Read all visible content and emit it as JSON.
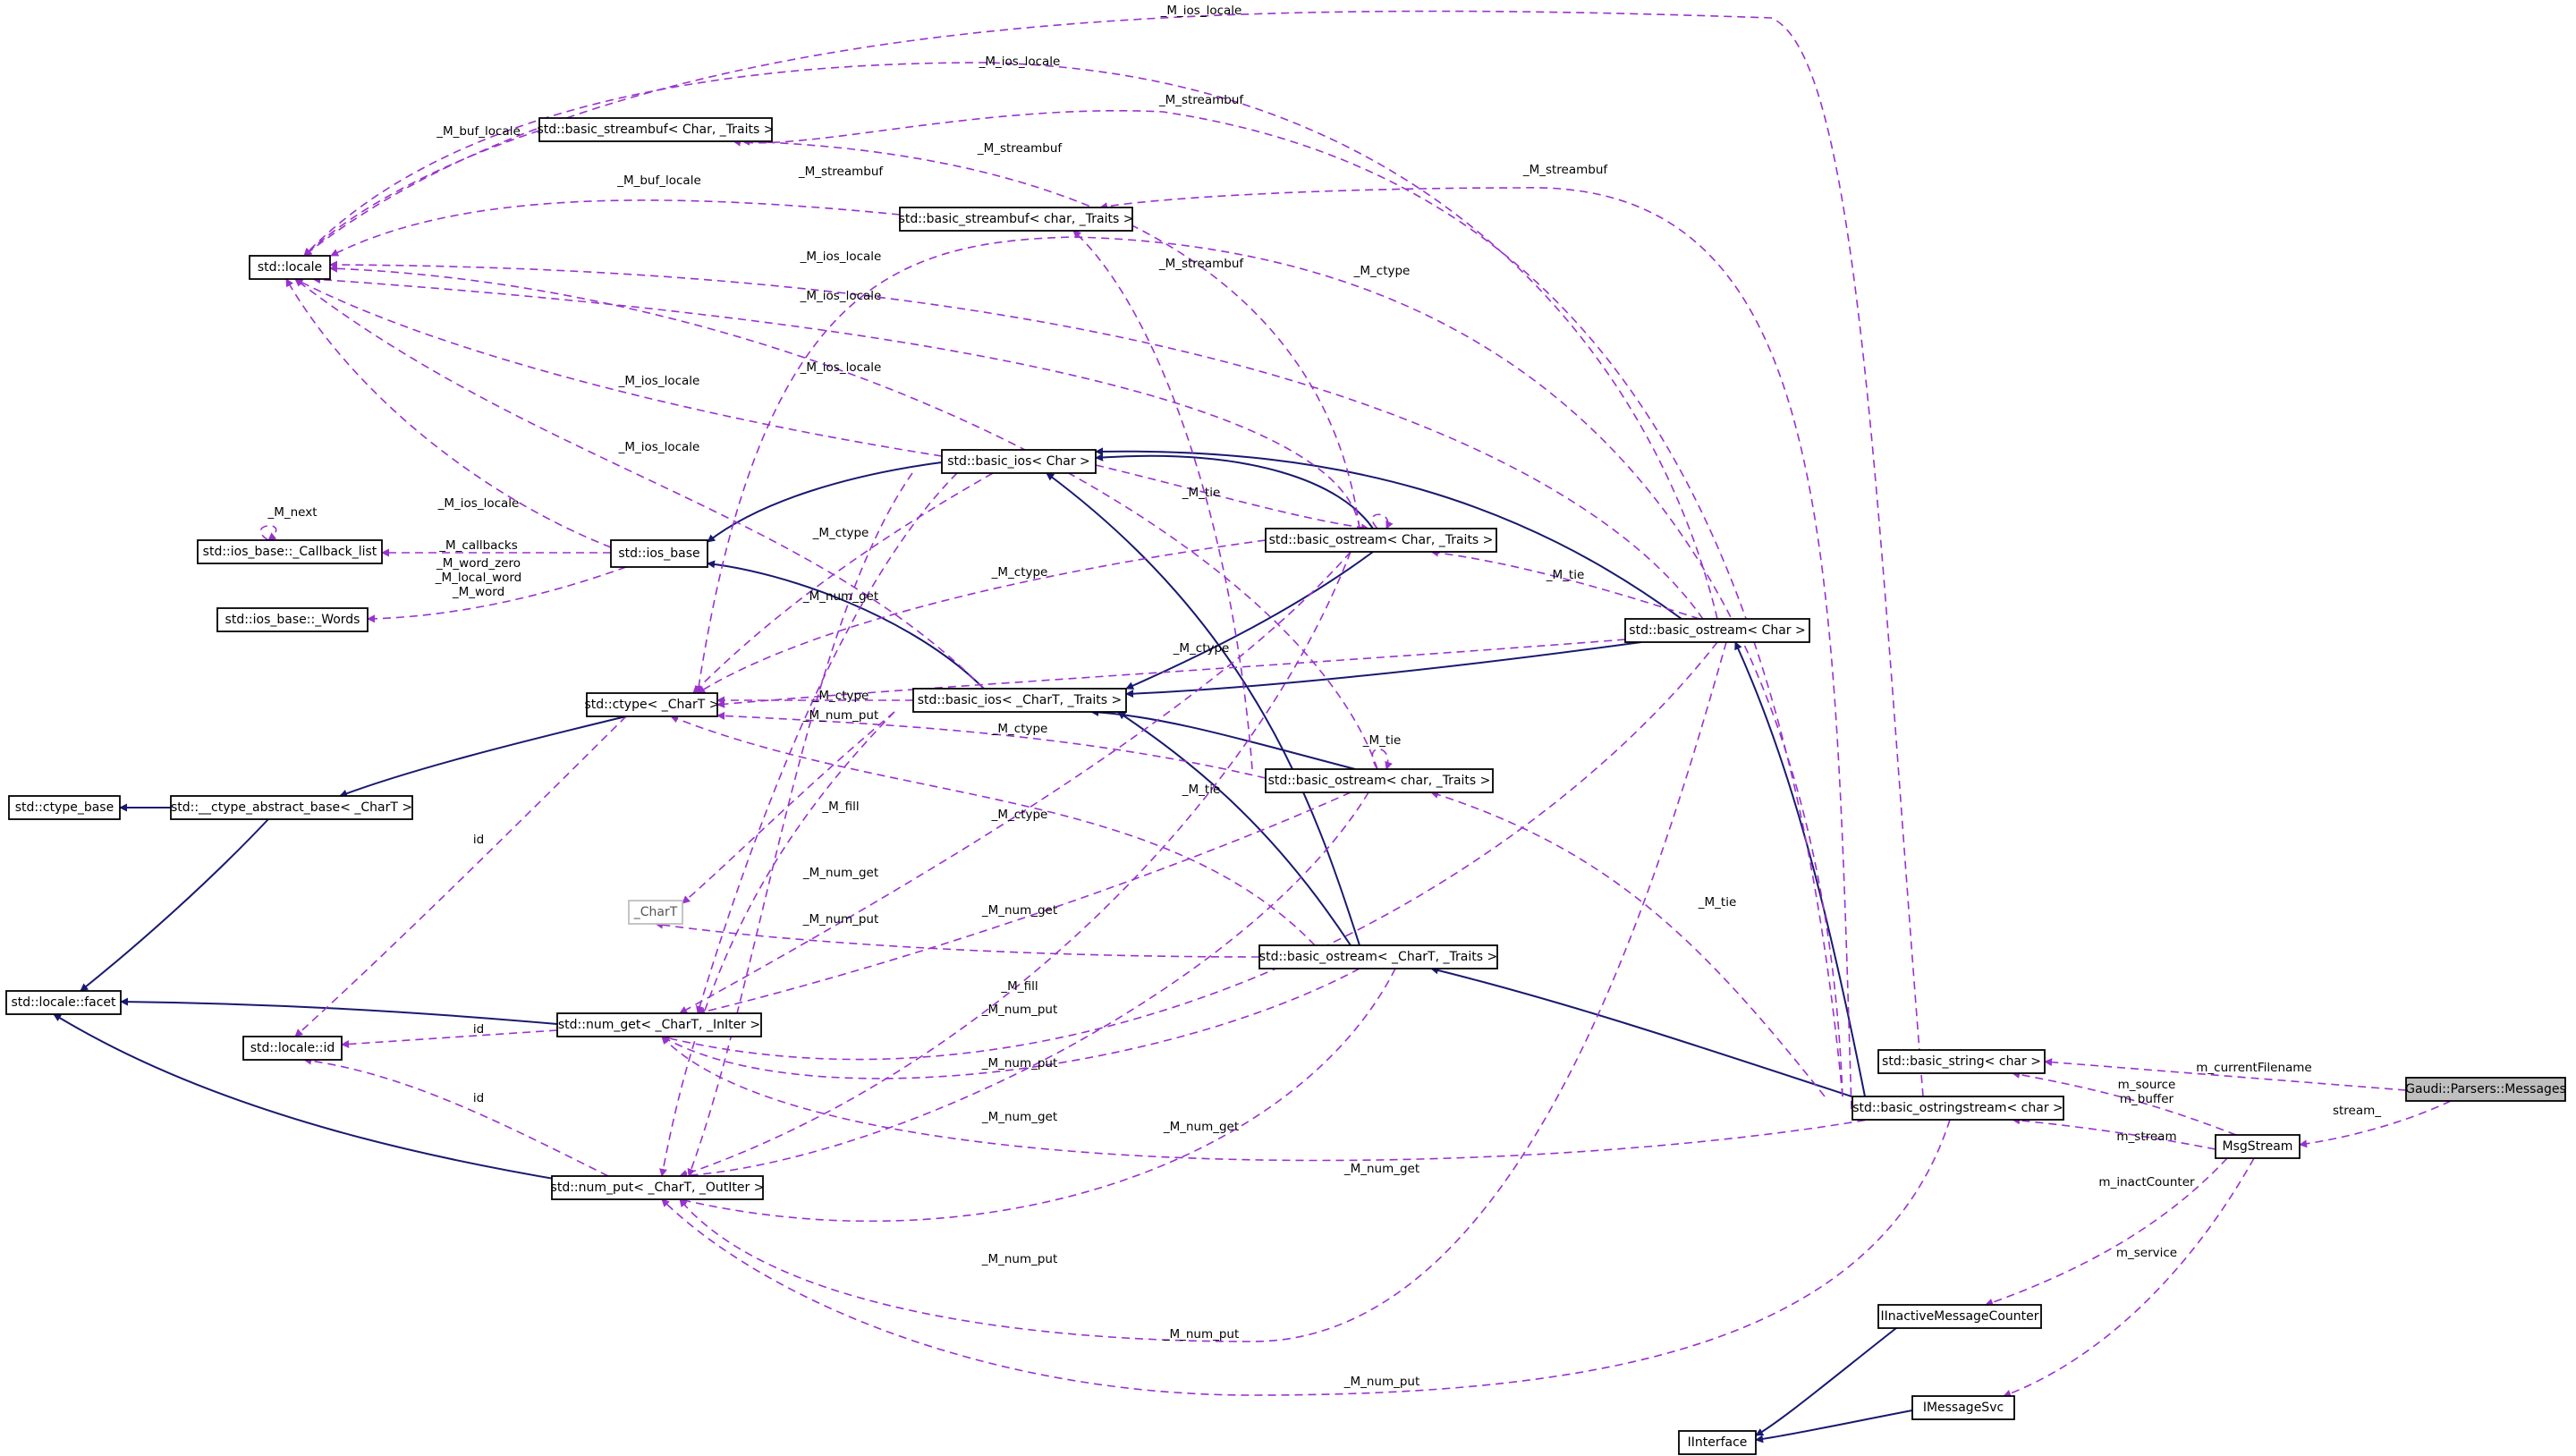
{
  "nodes": {
    "n_ios_base": "std::ios_base",
    "n_ios_callback": "std::ios_base::_Callback_list",
    "n_ios_words": "std::ios_base::_Words",
    "n_locale": "std::locale",
    "n_sb1": "std::basic_streambuf< Char, _Traits >",
    "n_sb2": "std::basic_streambuf< char, _Traits >",
    "n_ctype": "std::ctype< _CharT >",
    "n_ctype_base": "std::ctype_base",
    "n_ctype_abs": "std::__ctype_abstract_base< _CharT >",
    "n_facet": "std::locale::facet",
    "n_locale_id": "std::locale::id",
    "n_chart": "_CharT",
    "n_num_get": "std::num_get< _CharT, _InIter >",
    "n_num_put": "std::num_put< _CharT, _OutIter >",
    "n_bios_char": "std::basic_ios< Char >",
    "n_bios_chart": "std::basic_ios< _CharT, _Traits >",
    "n_bos_char_tr": "std::basic_ostream< Char, _Traits >",
    "n_bos_char": "std::basic_ostream< Char >",
    "n_bos_lchar_tr": "std::basic_ostream< char, _Traits >",
    "n_bos_chart_tr": "std::basic_ostream< _CharT, _Traits >",
    "n_bstring": "std::basic_string< char >",
    "n_bostringstream": "std::basic_ostringstream< char >",
    "n_msgstream": "MsgStream",
    "n_messages": "Gaudi::Parsers::Messages",
    "n_iinactive": "IInactiveMessageCounter",
    "n_imsgsvc": "IMessageSvc",
    "n_iinterface": "IInterface"
  },
  "labels": {
    "l1": "_M_ios_locale",
    "l2": "_M_ios_locale",
    "l3": "_M_streambuf",
    "l4": "_M_buf_locale",
    "l5": "_M_streambuf",
    "l6": "_M_streambuf",
    "l7": "_M_streambuf",
    "l8": "_M_buf_locale",
    "l9": "_M_ios_locale",
    "l10": "_M_streambuf",
    "l11": "_M_ctype",
    "l12": "_M_ios_locale",
    "l13": "_M_ios_locale",
    "l14": "_M_ios_locale",
    "l15": "_M_ios_locale",
    "l16": "_M_ios_locale",
    "l17": "_M_next",
    "l18": "_M_callbacks",
    "l19": "_M_word_zero\n_M_local_word\n_M_word",
    "l20": "_M_tie",
    "l21": "_M_ctype",
    "l22": "_M_ctype",
    "l23": "_M_tie",
    "l24": "_M_num_get",
    "l25": "_M_ctype",
    "l26": "_M_ctype",
    "l27": "_M_num_put",
    "l28": "_M_ctype",
    "l29": "_M_tie",
    "l30": "_M_tie",
    "l31": "_M_fill",
    "l32": "_M_ctype",
    "l33": "id",
    "l34": "_M_num_get",
    "l35": "_M_num_get",
    "l36": "_M_num_put",
    "l37": "_M_tie",
    "l38": "_M_fill",
    "l39": "_M_num_put",
    "l40": "id",
    "l41": "_M_num_put",
    "l42": "id",
    "l43": "_M_num_get",
    "l44": "_M_num_get",
    "l45": "_M_num_get",
    "l46": "m_currentFilename",
    "l47": "m_source\nm_buffer",
    "l48": "m_stream",
    "l49": "stream_",
    "l50": "m_inactCounter",
    "l51": "_M_num_put",
    "l52": "m_service",
    "l53": "_M_num_put",
    "l54": "_M_num_put"
  },
  "colors": {
    "inheritance_edge": "#191970",
    "usage_edge": "#9a32cd",
    "highlighted_node_fill": "#bfbfbf"
  }
}
